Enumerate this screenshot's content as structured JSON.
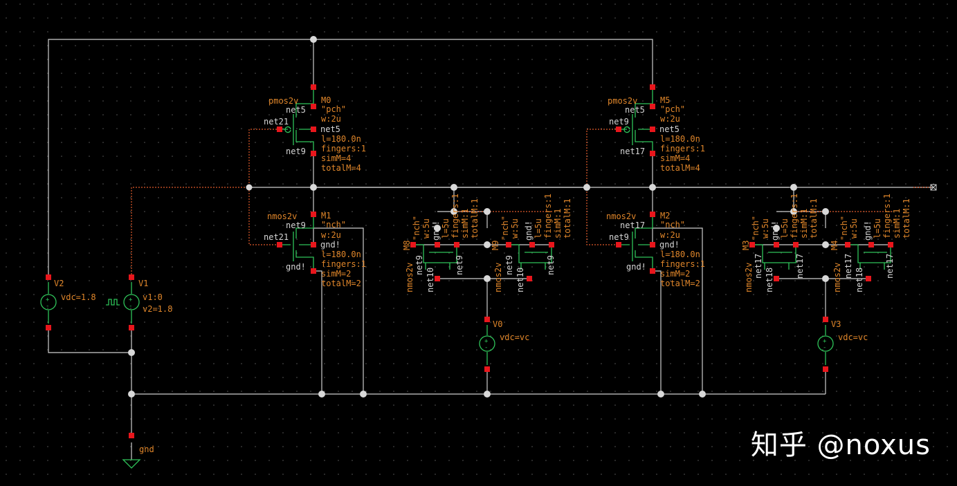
{
  "schematic": {
    "devices": {
      "M0": {
        "name": "M0",
        "cell": "pmos2v",
        "model": "\"pch\"",
        "w": "w:2u",
        "l": "l=180.0n",
        "fingers": "fingers:1",
        "simM": "simM=4",
        "totalM": "totalM=4",
        "d": "net5",
        "g": "net21",
        "s": "net9",
        "b": "net5"
      },
      "M1": {
        "name": "M1",
        "cell": "nmos2v",
        "model": "\"nch\"",
        "w": "w:2u",
        "l": "l=180.0n",
        "fingers": "fingers:1",
        "simM": "simM=2",
        "totalM": "totalM=2",
        "d": "net9",
        "g": "net21",
        "s": "gnd!",
        "b": "gnd!"
      },
      "M5": {
        "name": "M5",
        "cell": "pmos2v",
        "model": "\"pch\"",
        "w": "w:2u",
        "l": "l=180.0n",
        "fingers": "fingers:1",
        "simM": "simM=4",
        "totalM": "totalM=4",
        "d": "net5",
        "g": "net9",
        "s": "net17",
        "b": "net5"
      },
      "M2": {
        "name": "M2",
        "cell": "nmos2v",
        "model": "\"nch\"",
        "w": "w:2u",
        "l": "l=180.0n",
        "fingers": "fingers:1",
        "simM": "simM=2",
        "totalM": "totalM=2",
        "d": "net17",
        "g": "net9",
        "s": "gnd!",
        "b": "gnd!"
      },
      "M8": {
        "name": "M8",
        "cell": "nmos2v",
        "model": "\"nch\"",
        "w": "w:5u",
        "l": "l=5u",
        "fingers": "fingers:1",
        "simM": "simM:1",
        "totalM": "totalM:1",
        "g": "net9",
        "d": "net9",
        "s": "net9",
        "b": "gnd!",
        "n2": "net10"
      },
      "M9": {
        "name": "M9",
        "cell": "nmos2v",
        "model": "\"nch\"",
        "w": "w:5u",
        "l": "l=5u",
        "fingers": "fingers:1",
        "simM": "simM:1",
        "totalM": "totalM:1",
        "g": "net9",
        "d": "net9",
        "s": "net9",
        "b": "gnd!",
        "n2": "net10"
      },
      "M3": {
        "name": "M3",
        "cell": "nmos2v",
        "model": "\"nch\"",
        "w": "w:5u",
        "l": "l=5u",
        "fingers": "fingers:1",
        "simM": "simM:1",
        "totalM": "totalM:1",
        "g": "net17",
        "d": "net17",
        "s": "net17",
        "b": "gnd!",
        "n2": "net18"
      },
      "M4": {
        "name": "M4",
        "cell": "nmos2v",
        "model": "\"nch\"",
        "w": "w:5u",
        "l": "l=5u",
        "fingers": "fingers:1",
        "simM": "simM:1",
        "totalM": "totalM:1",
        "g": "net17",
        "d": "net17",
        "s": "net17",
        "b": "gnd!",
        "n2": "net18"
      }
    },
    "sources": {
      "V2": {
        "name": "V2",
        "value": "vdc=1.8"
      },
      "V1": {
        "name": "V1",
        "v1": "v1:0",
        "v2": "v2=1.8"
      },
      "V0": {
        "name": "V0",
        "value": "vdc=vc"
      },
      "V3": {
        "name": "V3",
        "value": "vdc=vc"
      }
    },
    "ground_label": "gnd",
    "watermark": "知乎 @noxus"
  }
}
